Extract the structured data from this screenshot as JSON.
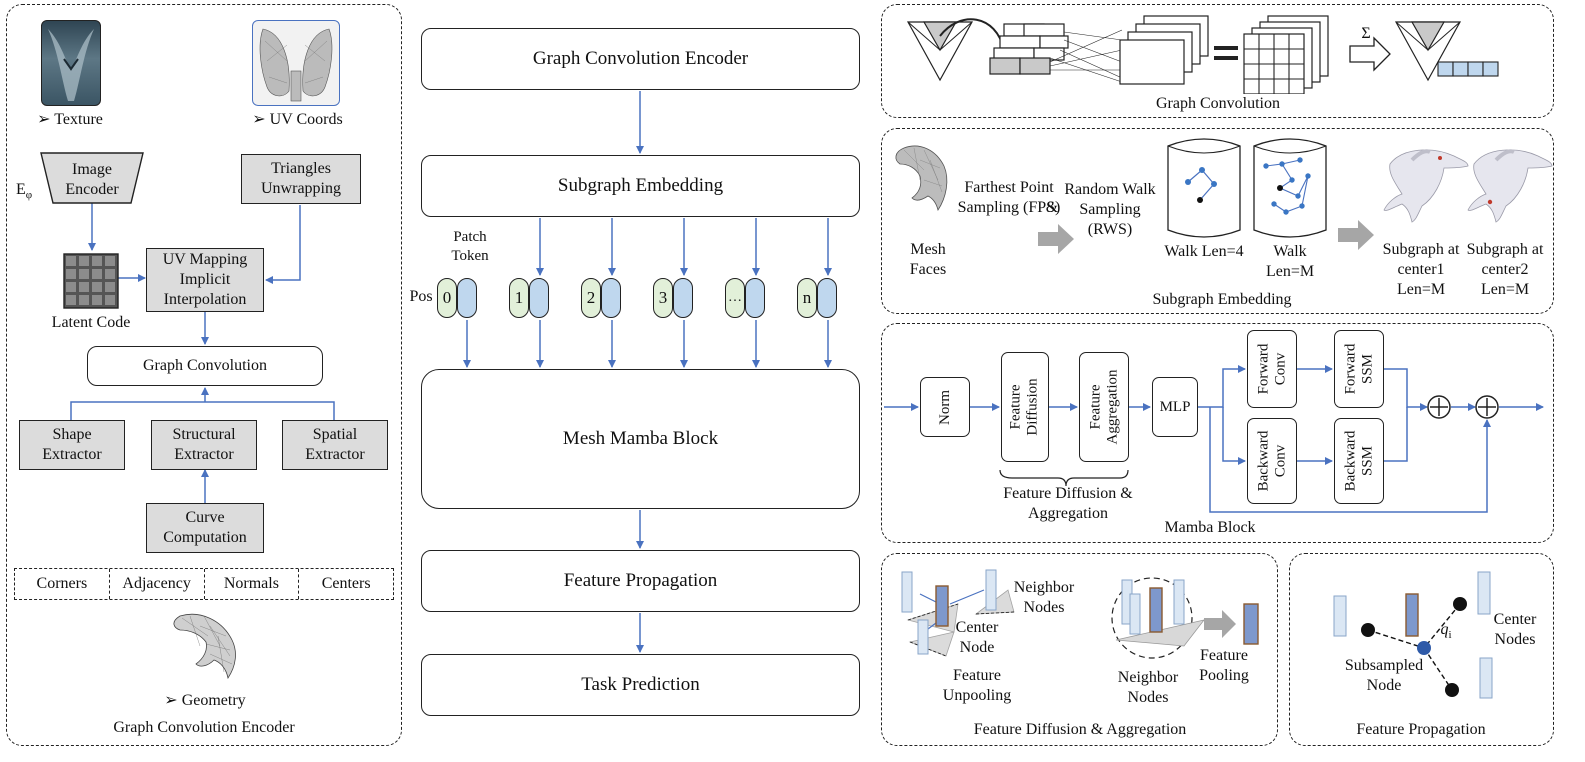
{
  "left_panel": {
    "texture_label": "➢ Texture",
    "uv_coords_label": "➢ UV Coords",
    "encoder_symbol": "E",
    "encoder_subscript": "φ",
    "image_encoder": "Image Encoder",
    "triangles_unwrapping": "Triangles Unwrapping",
    "uv_mapping": "UV Mapping Implicit Interpolation",
    "latent_code": "Latent Code",
    "graph_convolution": "Graph Convolution",
    "shape_extractor": "Shape Extractor",
    "structural_extractor": "Structural Extractor",
    "spatial_extractor": "Spatial Extractor",
    "curve_computation": "Curve Computation",
    "features": [
      "Corners",
      "Adjacency",
      "Normals",
      "Centers"
    ],
    "geometry_label": "➢ Geometry",
    "caption": "Graph Convolution Encoder"
  },
  "middle_panel": {
    "graph_conv_encoder": "Graph Convolution Encoder",
    "subgraph_embedding": "Subgraph Embedding",
    "patch_token": "Patch Token",
    "pos": "Pos",
    "tokens": [
      "0",
      "1",
      "2",
      "3",
      "…",
      "n"
    ],
    "mesh_mamba_block": "Mesh Mamba Block",
    "feature_propagation": "Feature Propagation",
    "task_prediction": "Task Prediction"
  },
  "graph_conv_panel": {
    "sigma": "Σ",
    "caption": "Graph Convolution"
  },
  "subgraph_panel": {
    "mesh_faces": "Mesh Faces",
    "fps": "Farthest Point Sampling (FPS)",
    "amp": "&",
    "rws": "Random Walk Sampling (RWS)",
    "walk_len4": "Walk Len=4",
    "walk_lenM": "Walk Len=M",
    "subgraph1": "Subgraph at center1 Len=M",
    "subgraph2": "Subgraph at center2 Len=M",
    "caption": "Subgraph Embedding"
  },
  "mamba_panel": {
    "norm": "Norm",
    "feature_diffusion": "Feature Diffusion",
    "feature_aggregation": "Feature Aggregation",
    "mlp": "MLP",
    "forward_conv": "Forward Conv",
    "backward_conv": "Backward Conv",
    "forward_ssm": "Forward SSM",
    "backward_ssm": "Backward SSM",
    "fda_label": "Feature Diffusion & Aggregation",
    "caption": "Mamba Block"
  },
  "fda_panel": {
    "neighbor_nodes_1": "Neighbor Nodes",
    "center_node": "Center Node",
    "feature_unpooling": "Feature Unpooling",
    "neighbor_nodes_2": "Neighbor Nodes",
    "feature_pooling": "Feature Pooling",
    "caption": "Feature Diffusion & Aggregation"
  },
  "fp_panel": {
    "center_nodes": "Center Nodes",
    "q_symbol": "q",
    "q_subscript": "i",
    "subsampled_node": "Subsampled Node",
    "caption": "Feature Propagation"
  },
  "colors": {
    "arrow": "#4a72c0",
    "gray_box": "#dcdcdc",
    "token_green": "#e2f0d9",
    "token_blue": "#bfd7ee",
    "node_blue": "#2e5aa8"
  }
}
